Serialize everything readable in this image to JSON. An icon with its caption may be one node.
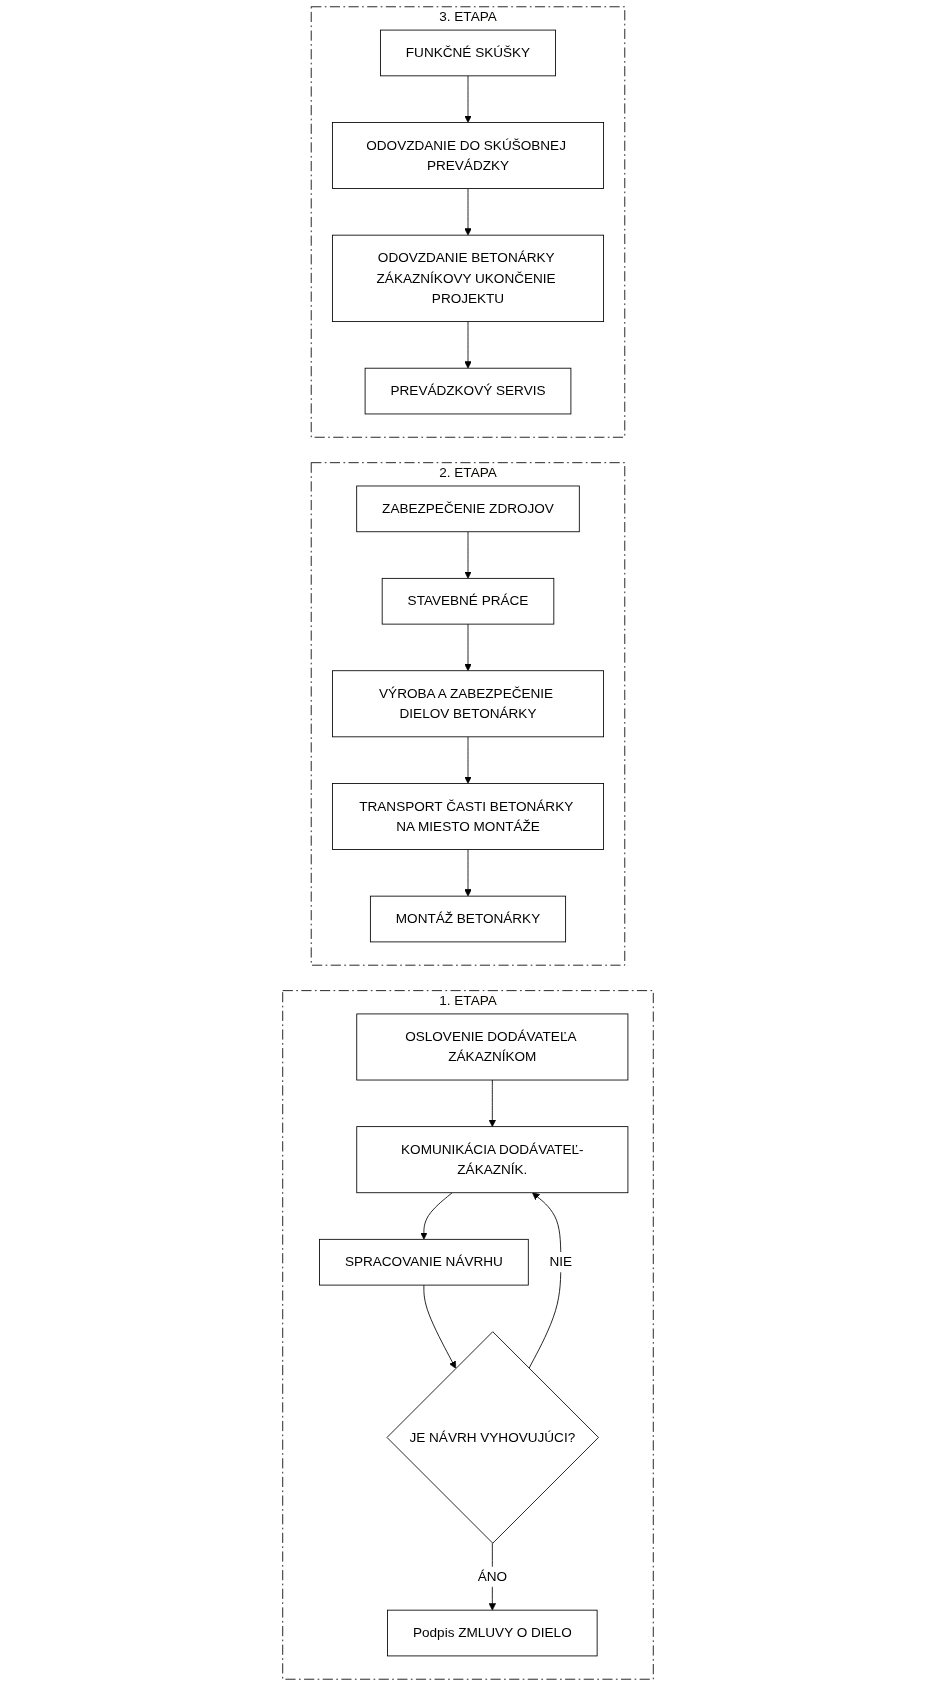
{
  "diagram": {
    "nodes": [
      {
        "text": [
          "1. ETAPA"
        ]
      },
      {
        "text": [
          "OSLOVENIE DODÁVATEĽA ZÁKAZNÍKOM"
        ],
        "in": 0
      },
      {
        "text": [
          "KOMUNIKÁCIA DODÁVATEĽ-ZÁKAZNÍK."
        ],
        "in": 0
      },
      {
        "text": [
          "SPRACOVANIE NÁVRHU"
        ],
        "in": 0
      },
      {
        "text": [
          "JE NÁVRH VYHOVUJÚCI?"
        ],
        "in": 0
      },
      {
        "text": [
          "Podpis ZMLUVY O DIELO"
        ],
        "in": 0
      },
      {
        "text": [
          "2. ETAPA"
        ]
      },
      {
        "text": [
          "ZABEZPEČENIE ZDROJOV"
        ],
        "in": 6
      },
      {
        "text": [
          "STAVEBNÉ PRÁCE"
        ],
        "in": 6
      },
      {
        "text": [
          "VÝROBA A ZABEZPEČENIE DIELOV BETONÁRKY"
        ],
        "in": 6
      },
      {
        "text": [
          "TRANSPORT ČASTI BETONÁRKY NA MIESTO MONTÁŽE"
        ],
        "in": 6
      },
      {
        "text": [
          "MONTÁŽ BETONÁRKY"
        ],
        "in": 6
      },
      {
        "text": [
          "3. ETAPA"
        ]
      },
      {
        "text": [
          "FUNKČNÉ SKÚŠKY"
        ],
        "in": 12
      },
      {
        "text": [
          "ODOVZDANIE DO SKÚŠOBNEJ PREVÁDZKY"
        ],
        "in": 12
      },
      {
        "text": [
          "ODOVZDANIE BETONÁRKY ZÁKAZNÍKOVY UKONČENIE PROJEKTU"
        ],
        "in": 12
      },
      {
        "text": [
          "PREVÁDZKOVÝ SERVIS"
        ],
        "in": 12
      }
    ],
    "edges": [
      {
        "from": 1,
        "to": 2,
        "arrow": "to"
      },
      {
        "from": 2,
        "to": 3,
        "arrow": "to"
      },
      {
        "from": 3,
        "to": 4,
        "arrow": "to"
      },
      {
        "from": 4,
        "to": 2,
        "arrow": "to",
        "label": "NIE"
      },
      {
        "from": 4,
        "to": 5,
        "arrow": "to",
        "label": "ÁNO"
      },
      {
        "from": 7,
        "to": 8,
        "arrow": "to"
      },
      {
        "from": 8,
        "to": 9,
        "arrow": "to"
      },
      {
        "from": 9,
        "to": 10,
        "arrow": "to"
      },
      {
        "from": 10,
        "to": 11,
        "arrow": "to"
      },
      {
        "from": 13,
        "to": 14,
        "arrow": "to"
      },
      {
        "from": 14,
        "to": 15,
        "arrow": "to"
      },
      {
        "from": 15,
        "to": 16,
        "arrow": "to"
      }
    ]
  }
}
